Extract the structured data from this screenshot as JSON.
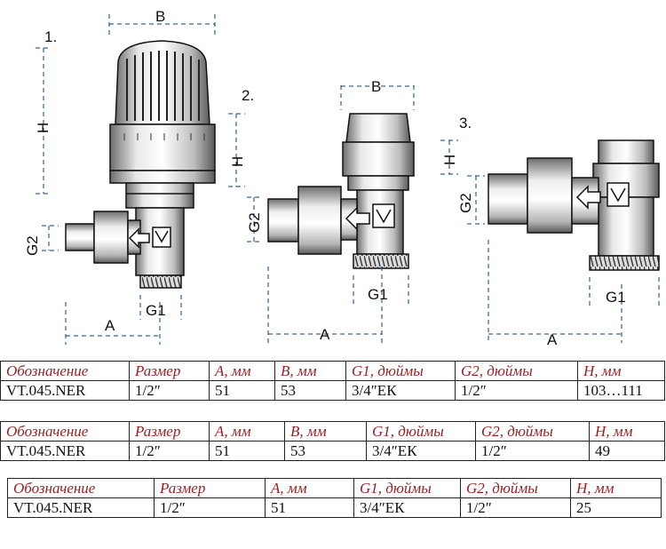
{
  "figure": {
    "labels": {
      "v1": "1.",
      "v2": "2.",
      "v3": "3.",
      "B1": "B",
      "B2": "B",
      "H1": "H",
      "H2": "H",
      "H3": "H",
      "G2a": "G2",
      "G2b": "G2",
      "G2c": "G2",
      "G1a": "G1",
      "G1b": "G1",
      "G1c": "G1",
      "A1": "A",
      "A2": "A",
      "A3": "A"
    }
  },
  "tables": [
    {
      "headers": [
        "Обозначение",
        "Размер",
        "А, мм",
        "B, мм",
        "G1, дюймы",
        "G2, дюймы",
        "H, мм"
      ],
      "row": [
        "VT.045.NER",
        "1/2″",
        "51",
        "53",
        "3/4″ЕК",
        "1/2″",
        "103…111"
      ]
    },
    {
      "headers": [
        "Обозначение",
        "Размер",
        "А, мм",
        "B, мм",
        "G1, дюймы",
        "G2, дюймы",
        "H, мм"
      ],
      "row": [
        "VT.045.NER",
        "1/2″",
        "51",
        "53",
        "3/4″ЕК",
        "1/2″",
        "49"
      ]
    },
    {
      "headers": [
        "Обозначение",
        "Размер",
        "А, мм",
        "G1, дюймы",
        "G2, дюймы",
        "H, мм"
      ],
      "row": [
        "VT.045.NER",
        "1/2″",
        "51",
        "3/4″ЕК",
        "1/2″",
        "25"
      ]
    }
  ]
}
